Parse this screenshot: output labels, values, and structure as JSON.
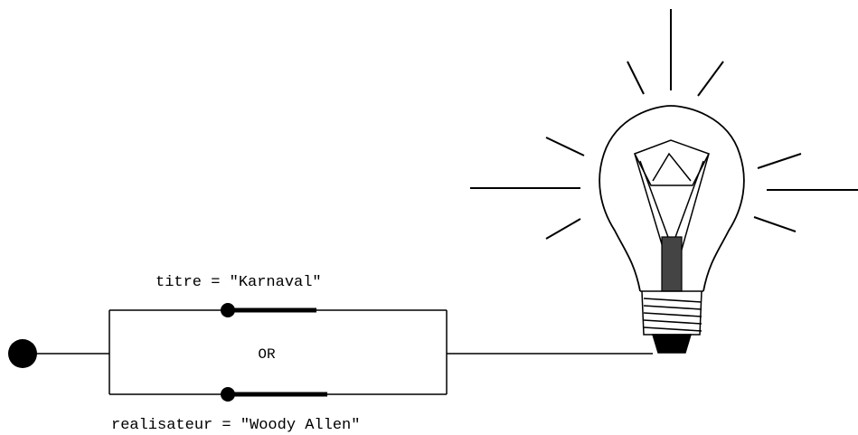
{
  "conditions": {
    "top": "titre = \"Karnaval\"",
    "bottom": "realisateur = \"Woody Allen\""
  },
  "operator": "OR"
}
